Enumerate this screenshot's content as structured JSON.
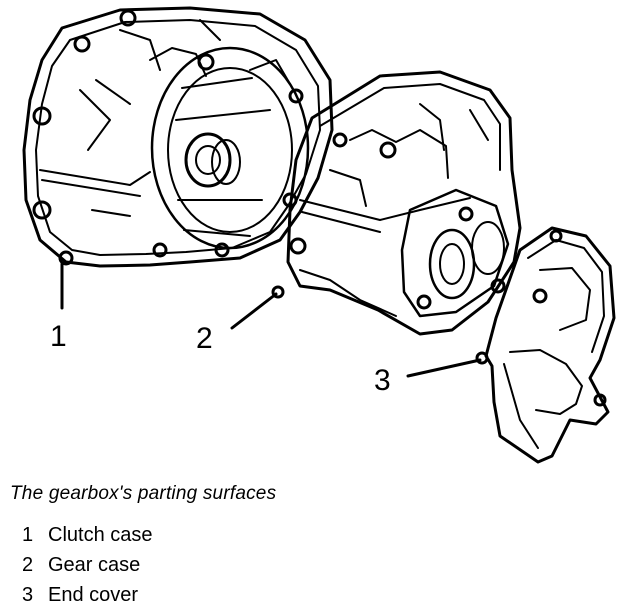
{
  "caption": "The gearbox's parting surfaces",
  "callouts": [
    {
      "number": "1",
      "label": "Clutch case"
    },
    {
      "number": "2",
      "label": "Gear case"
    },
    {
      "number": "3",
      "label": "End cover"
    }
  ]
}
